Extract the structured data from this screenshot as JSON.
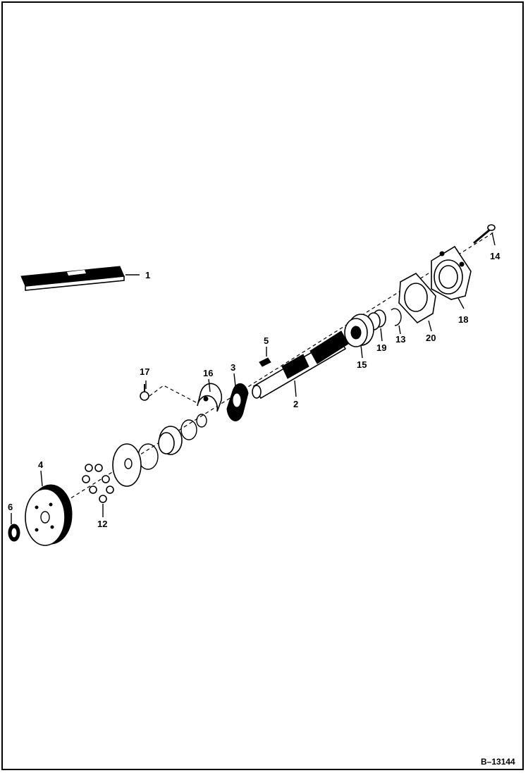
{
  "drawing": {
    "reference": "B–13144",
    "callouts": [
      {
        "id": "1",
        "text": "1"
      },
      {
        "id": "2",
        "text": "2"
      },
      {
        "id": "3",
        "text": "3"
      },
      {
        "id": "4",
        "text": "4"
      },
      {
        "id": "5",
        "text": "5"
      },
      {
        "id": "6",
        "text": "6"
      },
      {
        "id": "12",
        "text": "12"
      },
      {
        "id": "13",
        "text": "13"
      },
      {
        "id": "14",
        "text": "14"
      },
      {
        "id": "15",
        "text": "15"
      },
      {
        "id": "16",
        "text": "16"
      },
      {
        "id": "17",
        "text": "17"
      },
      {
        "id": "18",
        "text": "18"
      },
      {
        "id": "19",
        "text": "19"
      },
      {
        "id": "20",
        "text": "20"
      }
    ]
  }
}
